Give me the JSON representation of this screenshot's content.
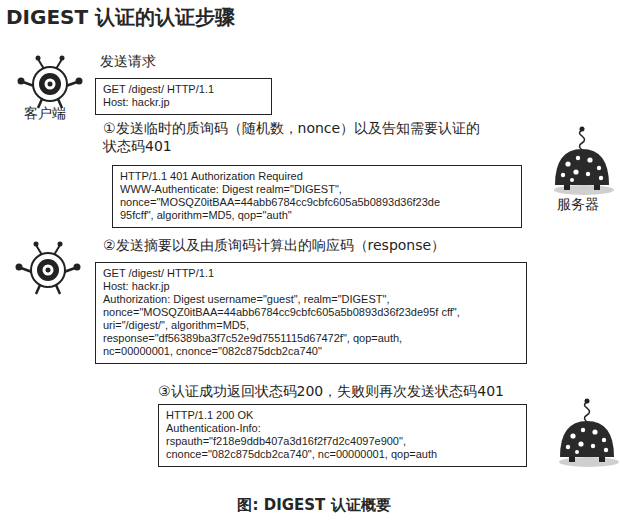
{
  "diagram": {
    "title": "DIGEST 认证的认证步骤",
    "caption": "图: DIGEST 认证概要",
    "nodes": [
      {
        "text": [
          "GET /digest/ HTTP/1.1",
          "Host: hackr.jp"
        ]
      },
      {
        "text": [
          "HTTP/1.1 401 Authorization Required",
          "WWW-Authenticate: Digest realm=\"DIGEST\", nonce=\"MOSQZ0itBAA=44abb6784cc9cbfc605a5b0893d36f23de 95fcff\", algorithm=MD5, qop=\"auth\""
        ]
      },
      {
        "text": [
          "GET /digest/ HTTP/1.1",
          "Host: hackr.jp",
          "Authorization: Digest username=\"guest\", realm=\"DIGEST\", nonce=\"MOSQZ0itBAA=44abb6784cc9cbfc605a5b0893d36f23de95f cff\", uri=\"/digest/\", algorithm=MD5, response=\"df56389ba3f7c52e9d7551115d67472f\", qop=auth, nc=00000001, cnonce=\"082c875dcb2ca740\""
        ]
      },
      {
        "text": [
          "HTTP/1.1 200 OK",
          "Authentication-Info: rspauth=\"f218e9ddb407a3d16f2f7d2c4097e900\", cnonce=\"082c875dcb2ca740\", nc=00000001, qop=auth"
        ]
      }
    ],
    "labels": [
      "发送请求",
      "客户端",
      "①发送临时的质询码（随机数，nonce）以及告知需要认证的 状态码401",
      "服务器",
      "②发送摘要以及由质询码计算出的响应码（response）",
      "③认证成功返回状态码200，失败则再次发送状态码401"
    ]
  }
}
